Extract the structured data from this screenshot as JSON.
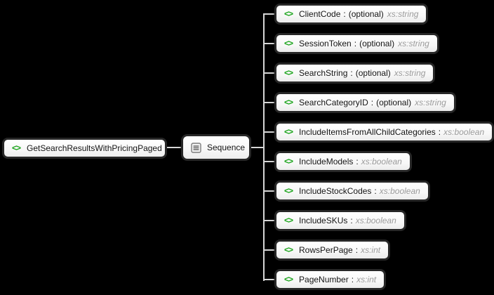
{
  "diagram": {
    "title": "GetSearchResultsWithPricingPaged schema diagram",
    "background_color": "#000000",
    "accent_green": "#17a317",
    "type_text_color": "#9b9b9b",
    "connector_color": "#d6d6d6",
    "element_icon_glyph": "<>",
    "separator": ":",
    "root": {
      "label": "GetSearchResultsWithPricingPaged",
      "icon": "element-icon"
    },
    "sequence": {
      "label": "Sequence",
      "icon": "sequence-icon"
    },
    "elements": [
      {
        "name": "ClientCode",
        "optional": "(optional)",
        "type": "xs:string"
      },
      {
        "name": "SessionToken",
        "optional": "(optional)",
        "type": "xs:string"
      },
      {
        "name": "SearchString",
        "optional": "(optional)",
        "type": "xs:string"
      },
      {
        "name": "SearchCategoryID",
        "optional": "(optional)",
        "type": "xs:string"
      },
      {
        "name": "IncludeItemsFromAllChildCategories",
        "optional": "",
        "type": "xs:boolean"
      },
      {
        "name": "IncludeModels",
        "optional": "",
        "type": "xs:boolean"
      },
      {
        "name": "IncludeStockCodes",
        "optional": "",
        "type": "xs:boolean"
      },
      {
        "name": "IncludeSKUs",
        "optional": "",
        "type": "xs:boolean"
      },
      {
        "name": "RowsPerPage",
        "optional": "",
        "type": "xs:int"
      },
      {
        "name": "PageNumber",
        "optional": "",
        "type": "xs:int"
      }
    ]
  }
}
